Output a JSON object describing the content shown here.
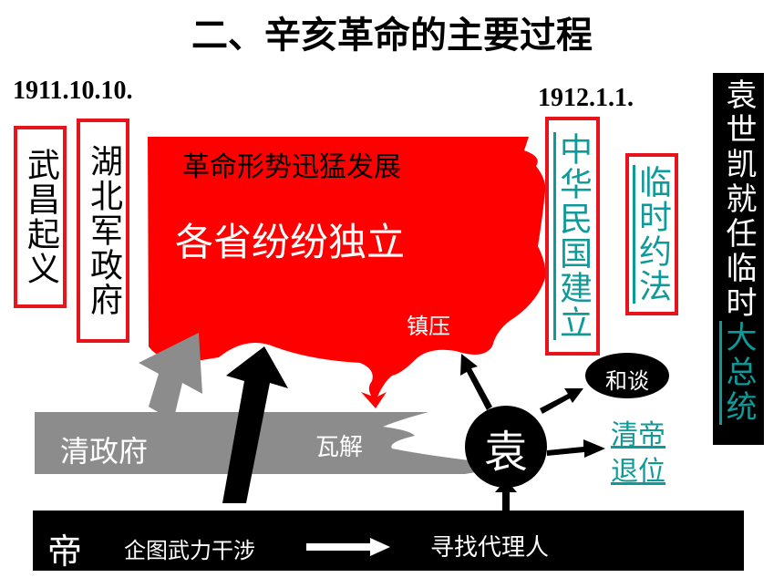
{
  "title": "二、辛亥革命的主要过程",
  "dates": {
    "left": "1911.10.10.",
    "right": "1912.1.1."
  },
  "boxes": {
    "wuchang": "武昌起义",
    "hubei": "湖北军政府",
    "zhonghua": "中华民国建立",
    "linshi": "临时约法"
  },
  "red_area": {
    "line1": "革命形势迅猛发展",
    "line2": "各省纷纷独立",
    "suppress": "镇压"
  },
  "qing": {
    "label": "清政府",
    "collapse": "瓦解"
  },
  "yuan": {
    "circle": "袁",
    "talks": "和谈",
    "abdicate": "清帝退位"
  },
  "bottom_bar": {
    "left": "帝",
    "intervene": "企图武力干涉",
    "agent": "寻找代理人"
  },
  "right_panel": {
    "plain": "袁世凯就任临时",
    "linked": "大总统"
  },
  "colors": {
    "red": "#ff0000",
    "box_border": "#e8141b",
    "link": "#0f9a9a",
    "gray": "#8c8c8c"
  }
}
